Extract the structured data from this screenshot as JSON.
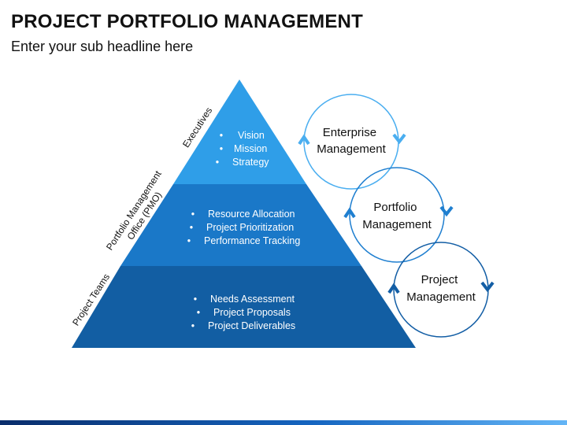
{
  "header": {
    "title": "PROJECT PORTFOLIO MANAGEMENT",
    "subtitle": "Enter your sub headline here"
  },
  "pyramid": {
    "tiers": [
      {
        "label": "Executives",
        "items": [
          "Vision",
          "Mission",
          "Strategy"
        ],
        "color": "#2f9ee8"
      },
      {
        "label_lines": [
          "Portfolio Management",
          "Office (PMO)"
        ],
        "items": [
          "Resource Allocation",
          "Project Prioritization",
          "Performance Tracking"
        ],
        "color": "#1a78c8"
      },
      {
        "label": "Project Teams",
        "items": [
          "Needs Assessment",
          "Project Proposals",
          "Project Deliverables"
        ],
        "color": "#125ea3"
      }
    ]
  },
  "cycles": [
    {
      "lines": [
        "Enterprise",
        "Management"
      ],
      "color": "#4aaef0"
    },
    {
      "lines": [
        "Portfolio",
        "Management"
      ],
      "color": "#1f7fd0"
    },
    {
      "lines": [
        "Project",
        "Management"
      ],
      "color": "#135ea5"
    }
  ]
}
